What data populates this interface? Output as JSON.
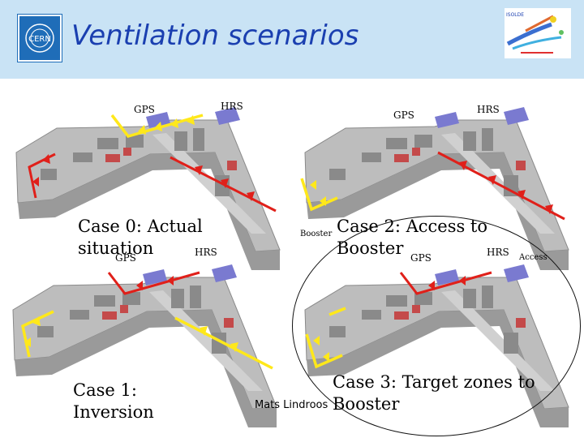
{
  "header": {
    "title": "Ventilation scenarios",
    "background_color": "#c9e3f5",
    "title_color": "#1a3fb0",
    "cern_logo_text": "CERN",
    "isolde_logo_text": "ISOLDE"
  },
  "labels": {
    "gps": "GPS",
    "hrs": "HRS",
    "booster": "Booster",
    "access": "Access"
  },
  "captions": {
    "case0": [
      "Case 0: Actual",
      "situation"
    ],
    "case1": [
      "Case 1:",
      "Inversion"
    ],
    "case2": [
      "Case 2: Access to",
      "Booster"
    ],
    "case3": [
      "Case 3: Target zones to",
      "Booster"
    ]
  },
  "author": "Mats Lindroos",
  "colors": {
    "red_airflow": "#e0201a",
    "yellow_airflow": "#ffe81a",
    "building_grey": "#a9a9a9",
    "target_blue": "#7a7ad0",
    "magnet_red": "#c44a4a"
  }
}
